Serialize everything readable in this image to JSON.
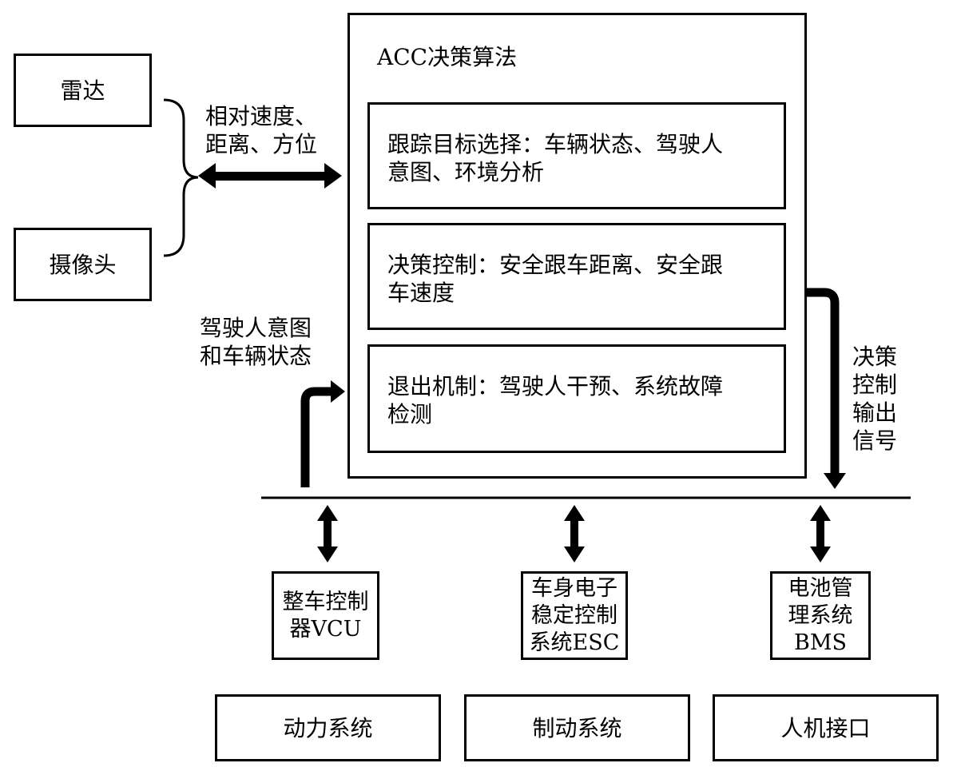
{
  "sensors": {
    "radar": "雷达",
    "camera": "摄像头",
    "sensor_signal": [
      "相对速度、",
      "距离、方位"
    ]
  },
  "acc": {
    "title": "ACC决策算法",
    "modules": [
      [
        "跟踪目标选择：车辆状态、驾驶人",
        "意图、环境分析"
      ],
      [
        "决策控制：安全跟车距离、安全跟",
        "车速度"
      ],
      [
        "退出机制：驾驶人干预、系统故障",
        "检测"
      ]
    ]
  },
  "driver_input": [
    "驾驶人意图",
    "和车辆状态"
  ],
  "output_signal": [
    "决策",
    "控制",
    "输出",
    "信号"
  ],
  "controllers": [
    [
      "整车控制",
      "器VCU"
    ],
    [
      "车身电子",
      "稳定控制",
      "系统ESC"
    ],
    [
      "电池管",
      "理系统",
      "BMS"
    ]
  ],
  "systems": [
    "动力系统",
    "制动系统",
    "人机接口"
  ]
}
